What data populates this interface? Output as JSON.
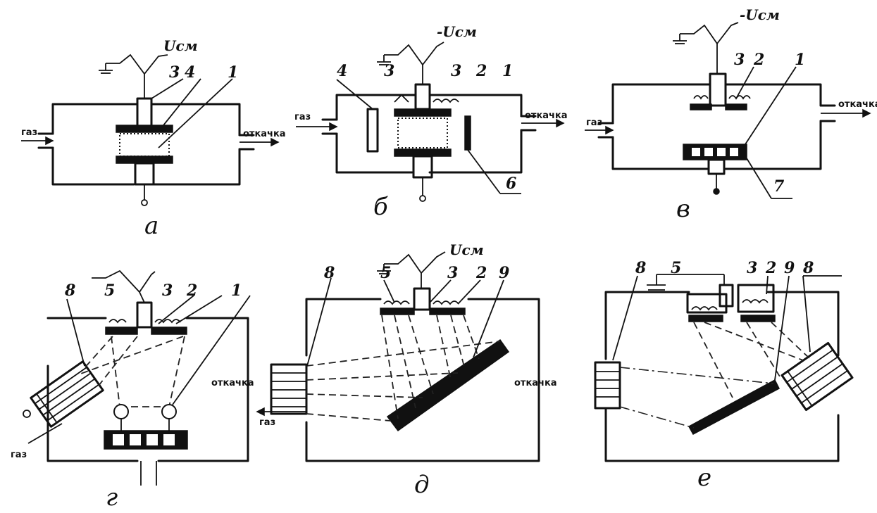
{
  "panels": [
    {
      "id": "a",
      "label": "а",
      "voltage": "Uсм",
      "gas_in": "газ",
      "gas_out": "откачка",
      "parts": [
        "3",
        "4",
        "1"
      ]
    },
    {
      "id": "b",
      "label": "б",
      "voltage": "-Uсм",
      "gas_in": "газ",
      "gas_out": "откачка",
      "parts": [
        "4",
        "3",
        "3",
        "2",
        "1",
        "6"
      ]
    },
    {
      "id": "v",
      "label": "в",
      "voltage": "-Uсм",
      "gas_in": "газ",
      "gas_out": "откачка",
      "parts": [
        "3",
        "2",
        "1",
        "7"
      ]
    },
    {
      "id": "g",
      "label": "г",
      "gas_in": "газ",
      "gas_out": "откачка",
      "parts": [
        "8",
        "5",
        "3",
        "2",
        "1"
      ]
    },
    {
      "id": "d",
      "label": "д",
      "voltage": "Uсм",
      "gas_in": "газ",
      "gas_out": "откачка",
      "parts": [
        "8",
        "5",
        "3",
        "2",
        "9"
      ]
    },
    {
      "id": "e",
      "label": "е",
      "parts": [
        "8",
        "5",
        "3",
        "2",
        "9",
        "8"
      ]
    }
  ],
  "colors": {
    "ink": "#111111",
    "paper": "#ffffff"
  }
}
